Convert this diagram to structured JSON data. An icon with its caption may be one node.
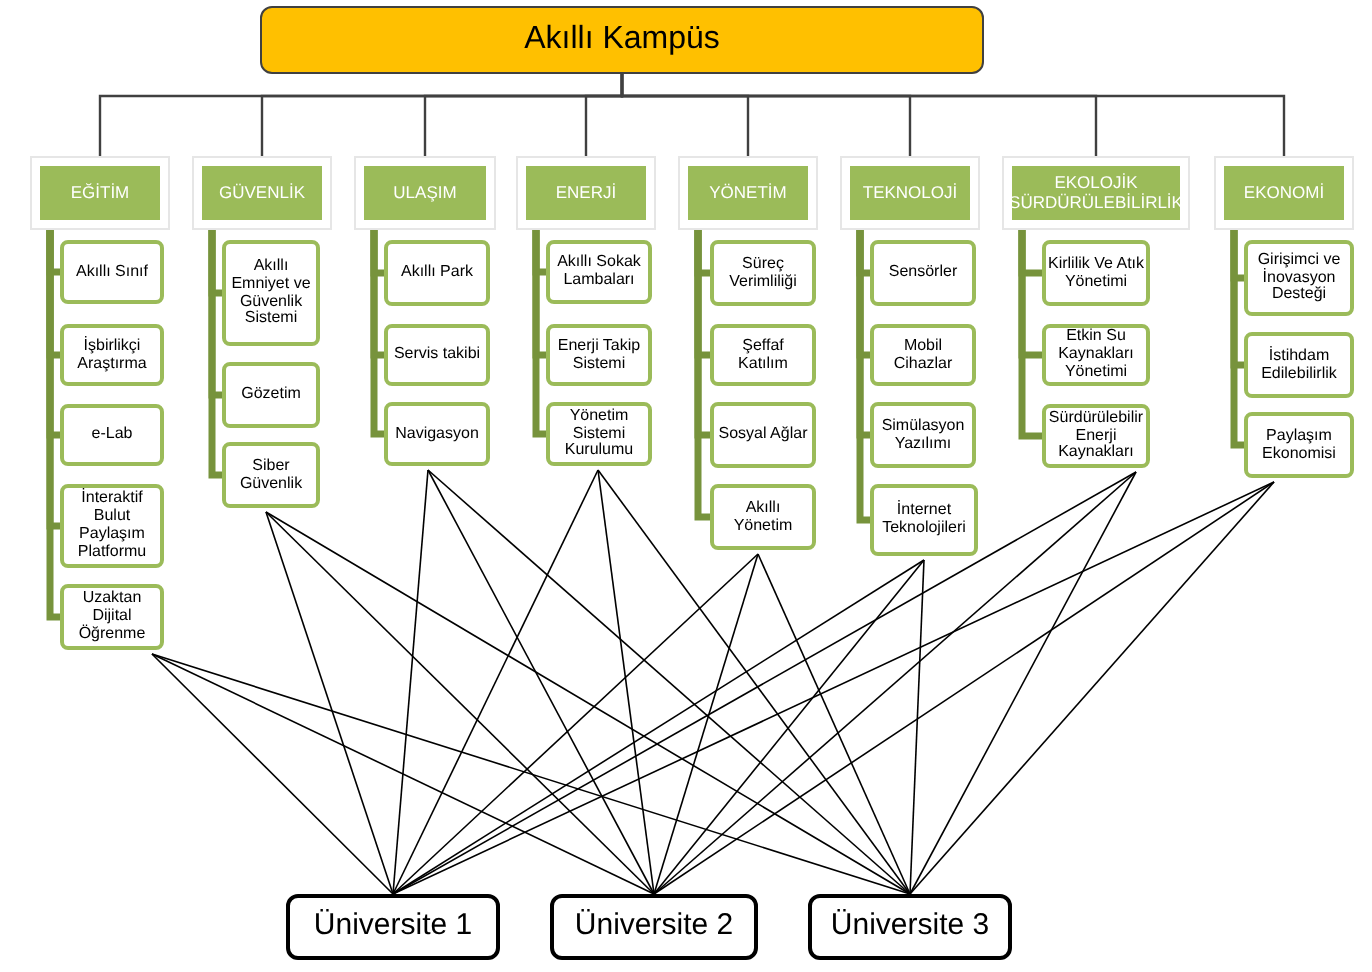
{
  "diagram": {
    "nodes": [
      {
        "text": [
          "Akıllı Kampüs"
        ]
      },
      {
        "text": [
          "EĞİTİM"
        ]
      },
      {
        "text": [
          "Akıllı Sınıf"
        ]
      },
      {
        "text": [
          "İşbirlikçi Araştırma"
        ]
      },
      {
        "text": [
          "e-Lab"
        ]
      },
      {
        "text": [
          "İnteraktif Bulut Paylaşım Platformu"
        ]
      },
      {
        "text": [
          "Uzaktan Dijital Öğrenme"
        ]
      },
      {
        "text": [
          "GÜVENLİK"
        ]
      },
      {
        "text": [
          "Akıllı Emniyet ve Güvenlik Sistemi"
        ]
      },
      {
        "text": [
          "Gözetim"
        ]
      },
      {
        "text": [
          "Siber Güvenlik"
        ]
      },
      {
        "text": [
          "ULAŞIM"
        ]
      },
      {
        "text": [
          "Akıllı Park"
        ]
      },
      {
        "text": [
          "Servis takibi"
        ]
      },
      {
        "text": [
          "Navigasyon"
        ]
      },
      {
        "text": [
          "ENERJİ"
        ]
      },
      {
        "text": [
          "Akıllı Sokak Lambaları"
        ]
      },
      {
        "text": [
          "Enerji Takip Sistemi"
        ]
      },
      {
        "text": [
          "Yönetim Sistemi Kurulumu"
        ]
      },
      {
        "text": [
          "YÖNETİM"
        ]
      },
      {
        "text": [
          "Süreç Verimliliği"
        ]
      },
      {
        "text": [
          "Şeffaf Katılım"
        ]
      },
      {
        "text": [
          "Sosyal Ağlar"
        ]
      },
      {
        "text": [
          "Akıllı Yönetim"
        ]
      },
      {
        "text": [
          "TEKNOLOJİ"
        ]
      },
      {
        "text": [
          "Sensörler"
        ]
      },
      {
        "text": [
          "Mobil Cihazlar"
        ]
      },
      {
        "text": [
          "Simülasyon Yazılımı"
        ]
      },
      {
        "text": [
          "İnternet Teknolojileri"
        ]
      },
      {
        "text": [
          "EKOLOJİK SÜRDÜRÜLEBİLİRLİK"
        ]
      },
      {
        "text": [
          "Kirlilik Ve Atık Yönetimi"
        ]
      },
      {
        "text": [
          "Etkin Su Kaynakları Yönetimi"
        ]
      },
      {
        "text": [
          "Sürdürülebilir Enerji Kaynakları"
        ]
      },
      {
        "text": [
          "EKONOMİ"
        ]
      },
      {
        "text": [
          "Girişimci ve İnovasyon Desteği"
        ]
      },
      {
        "text": [
          "İstihdam Edilebilirlik"
        ]
      },
      {
        "text": [
          "Paylaşım Ekonomisi"
        ]
      },
      {
        "text": [
          "Üniversite 1"
        ]
      },
      {
        "text": [
          "Üniversite 2"
        ]
      },
      {
        "text": [
          "Üniversite 3"
        ]
      }
    ],
    "edges": [
      {
        "from": 0,
        "to": 1,
        "arrow": "none"
      },
      {
        "from": 0,
        "to": 7,
        "arrow": "none"
      },
      {
        "from": 0,
        "to": 11,
        "arrow": "none"
      },
      {
        "from": 0,
        "to": 15,
        "arrow": "none"
      },
      {
        "from": 0,
        "to": 19,
        "arrow": "none"
      },
      {
        "from": 0,
        "to": 24,
        "arrow": "none"
      },
      {
        "from": 0,
        "to": 29,
        "arrow": "none"
      },
      {
        "from": 0,
        "to": 33,
        "arrow": "none"
      },
      {
        "from": 1,
        "to": 2,
        "arrow": "none",
        "style": "thick",
        "color": "#77933c"
      },
      {
        "from": 1,
        "to": 3,
        "arrow": "none",
        "style": "thick",
        "color": "#77933c"
      },
      {
        "from": 1,
        "to": 4,
        "arrow": "none",
        "style": "thick",
        "color": "#77933c"
      },
      {
        "from": 1,
        "to": 5,
        "arrow": "none",
        "style": "thick",
        "color": "#77933c"
      },
      {
        "from": 1,
        "to": 6,
        "arrow": "none",
        "style": "thick",
        "color": "#77933c"
      },
      {
        "from": 7,
        "to": 8,
        "arrow": "none",
        "style": "thick",
        "color": "#77933c"
      },
      {
        "from": 7,
        "to": 9,
        "arrow": "none",
        "style": "thick",
        "color": "#77933c"
      },
      {
        "from": 7,
        "to": 10,
        "arrow": "none",
        "style": "thick",
        "color": "#77933c"
      },
      {
        "from": 11,
        "to": 12,
        "arrow": "none",
        "style": "thick",
        "color": "#77933c"
      },
      {
        "from": 11,
        "to": 13,
        "arrow": "none",
        "style": "thick",
        "color": "#77933c"
      },
      {
        "from": 11,
        "to": 14,
        "arrow": "none",
        "style": "thick",
        "color": "#77933c"
      },
      {
        "from": 15,
        "to": 16,
        "arrow": "none",
        "style": "thick",
        "color": "#77933c"
      },
      {
        "from": 15,
        "to": 17,
        "arrow": "none",
        "style": "thick",
        "color": "#77933c"
      },
      {
        "from": 15,
        "to": 18,
        "arrow": "none",
        "style": "thick",
        "color": "#77933c"
      },
      {
        "from": 19,
        "to": 20,
        "arrow": "none",
        "style": "thick",
        "color": "#77933c"
      },
      {
        "from": 19,
        "to": 21,
        "arrow": "none",
        "style": "thick",
        "color": "#77933c"
      },
      {
        "from": 19,
        "to": 22,
        "arrow": "none",
        "style": "thick",
        "color": "#77933c"
      },
      {
        "from": 19,
        "to": 23,
        "arrow": "none",
        "style": "thick",
        "color": "#77933c"
      },
      {
        "from": 24,
        "to": 25,
        "arrow": "none",
        "style": "thick",
        "color": "#77933c"
      },
      {
        "from": 24,
        "to": 26,
        "arrow": "none",
        "style": "thick",
        "color": "#77933c"
      },
      {
        "from": 24,
        "to": 27,
        "arrow": "none",
        "style": "thick",
        "color": "#77933c"
      },
      {
        "from": 24,
        "to": 28,
        "arrow": "none",
        "style": "thick",
        "color": "#77933c"
      },
      {
        "from": 29,
        "to": 30,
        "arrow": "none",
        "style": "thick",
        "color": "#77933c"
      },
      {
        "from": 29,
        "to": 31,
        "arrow": "none",
        "style": "thick",
        "color": "#77933c"
      },
      {
        "from": 29,
        "to": 32,
        "arrow": "none",
        "style": "thick",
        "color": "#77933c"
      },
      {
        "from": 33,
        "to": 34,
        "arrow": "none",
        "style": "thick",
        "color": "#77933c"
      },
      {
        "from": 33,
        "to": 35,
        "arrow": "none",
        "style": "thick",
        "color": "#77933c"
      },
      {
        "from": 33,
        "to": 36,
        "arrow": "none",
        "style": "thick",
        "color": "#77933c"
      },
      {
        "from": 6,
        "to": 37,
        "arrow": "none",
        "color": "#000000"
      },
      {
        "from": 6,
        "to": 38,
        "arrow": "none",
        "color": "#000000"
      },
      {
        "from": 6,
        "to": 39,
        "arrow": "none",
        "color": "#000000"
      },
      {
        "from": 10,
        "to": 37,
        "arrow": "none",
        "color": "#000000"
      },
      {
        "from": 10,
        "to": 38,
        "arrow": "none",
        "color": "#000000"
      },
      {
        "from": 10,
        "to": 39,
        "arrow": "none",
        "color": "#000000"
      },
      {
        "from": 14,
        "to": 37,
        "arrow": "none",
        "color": "#000000"
      },
      {
        "from": 14,
        "to": 38,
        "arrow": "none",
        "color": "#000000"
      },
      {
        "from": 14,
        "to": 39,
        "arrow": "none",
        "color": "#000000"
      },
      {
        "from": 18,
        "to": 37,
        "arrow": "none",
        "color": "#000000"
      },
      {
        "from": 18,
        "to": 38,
        "arrow": "none",
        "color": "#000000"
      },
      {
        "from": 18,
        "to": 39,
        "arrow": "none",
        "color": "#000000"
      },
      {
        "from": 23,
        "to": 37,
        "arrow": "none",
        "color": "#000000"
      },
      {
        "from": 23,
        "to": 38,
        "arrow": "none",
        "color": "#000000"
      },
      {
        "from": 23,
        "to": 39,
        "arrow": "none",
        "color": "#000000"
      },
      {
        "from": 28,
        "to": 37,
        "arrow": "none",
        "color": "#000000"
      },
      {
        "from": 28,
        "to": 38,
        "arrow": "none",
        "color": "#000000"
      },
      {
        "from": 28,
        "to": 39,
        "arrow": "none",
        "color": "#000000"
      },
      {
        "from": 32,
        "to": 37,
        "arrow": "none",
        "color": "#000000"
      },
      {
        "from": 32,
        "to": 38,
        "arrow": "none",
        "color": "#000000"
      },
      {
        "from": 32,
        "to": 39,
        "arrow": "none",
        "color": "#000000"
      },
      {
        "from": 36,
        "to": 37,
        "arrow": "none",
        "color": "#000000"
      },
      {
        "from": 36,
        "to": 38,
        "arrow": "none",
        "color": "#000000"
      },
      {
        "from": 36,
        "to": 39,
        "arrow": "none",
        "color": "#000000"
      }
    ]
  }
}
